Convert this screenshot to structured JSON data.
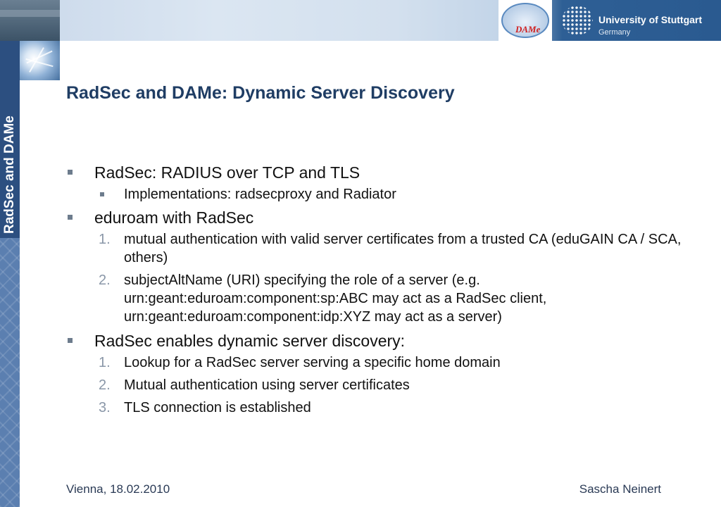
{
  "header": {
    "side_title": "RadSec and DAMe",
    "dame_logo_text": "DAMe",
    "university_name": "University of Stuttgart",
    "university_country": "Germany"
  },
  "slide": {
    "title": "RadSec and DAMe: Dynamic Server Discovery",
    "bullets": [
      {
        "text": "RadSec: RADIUS over TCP and TLS",
        "subitems": [
          "Implementations: radsecproxy and Radiator"
        ]
      },
      {
        "text": "eduroam with RadSec",
        "numbered": [
          "mutual authentication with valid server certificates from a trusted CA (eduGAIN CA / SCA, others)",
          "subjectAltName (URI) specifying the role of a server (e.g. urn:geant:eduroam:component:sp:ABC may act as a RadSec client, urn:geant:eduroam:component:idp:XYZ may act as a server)"
        ]
      },
      {
        "text": "RadSec enables dynamic server discovery:",
        "numbered": [
          "Lookup for a RadSec server serving a specific home domain",
          "Mutual authentication using server certificates",
          "TLS connection is established"
        ]
      }
    ],
    "numbers": [
      "1.",
      "2.",
      "3."
    ]
  },
  "footer": {
    "location_date": "Vienna, 18.02.2010",
    "author": "Sascha Neinert"
  },
  "colors": {
    "title": "#1f3d64",
    "sidebar": "#5b7fb0",
    "banner_right": "#2a5a90",
    "bullet": "#6d7c8d"
  }
}
